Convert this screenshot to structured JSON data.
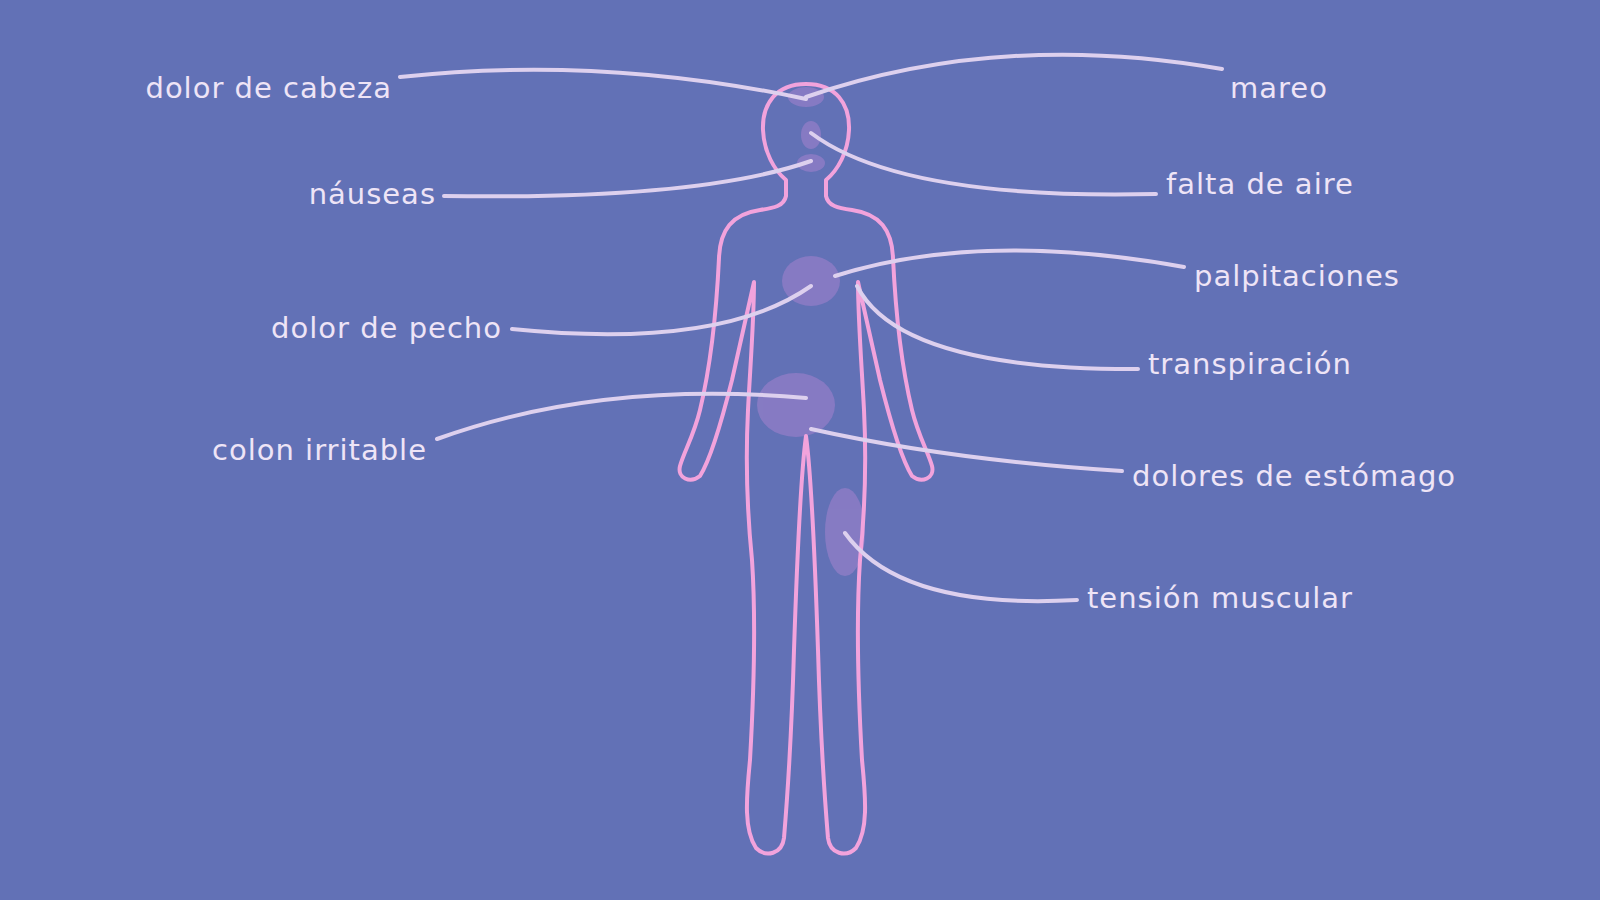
{
  "diagram": {
    "labels": [
      "dolor de cabeza",
      "mareo",
      "náuseas",
      "falta de aire",
      "palpitaciones",
      "dolor de pecho",
      "transpiración",
      "colon irritable",
      "dolores de estómago",
      "tensión muscular"
    ]
  }
}
